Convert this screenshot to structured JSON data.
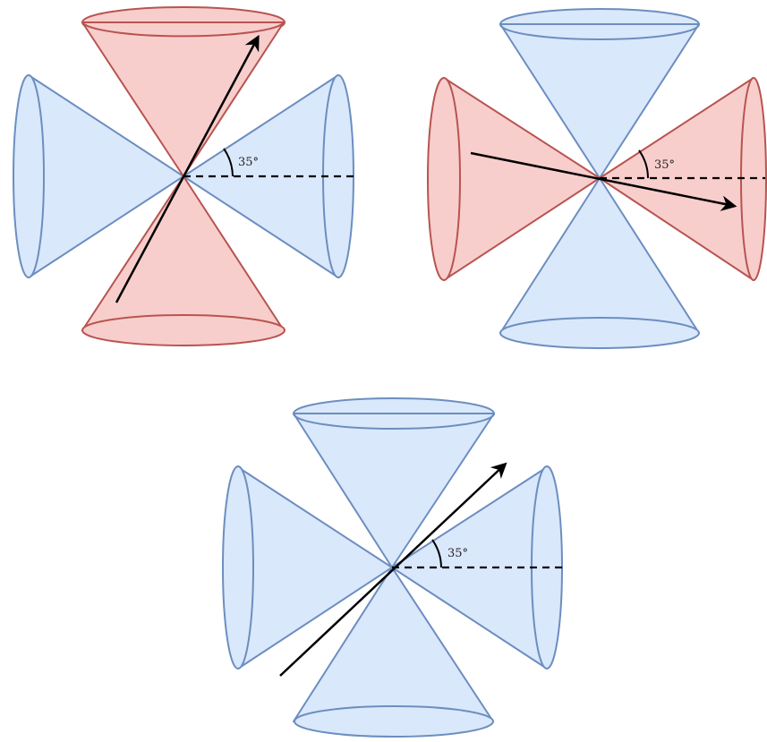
{
  "colors": {
    "blue_fill": "#dae8fc",
    "blue_stroke": "#6c8ebf",
    "red_fill": "#f8cecc",
    "red_stroke": "#b85450",
    "line": "#000000"
  },
  "panels": [
    {
      "angle_label": "35°"
    },
    {
      "angle_label": "35°"
    },
    {
      "angle_label": "35°"
    }
  ]
}
